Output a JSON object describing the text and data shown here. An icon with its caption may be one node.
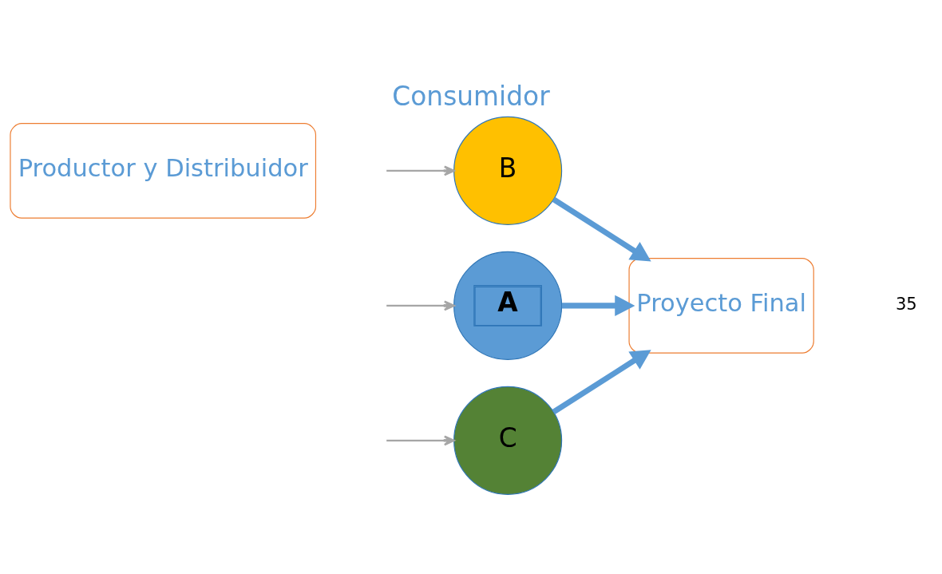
{
  "diagram": {
    "title": "Consumidor",
    "nodes": [
      {
        "text": [
          "Productor y Distribuidor"
        ]
      },
      {
        "text": [
          "A"
        ]
      },
      {
        "text": [
          "B"
        ]
      },
      {
        "text": [
          "C"
        ]
      },
      {
        "text": [
          "Proyecto Final"
        ]
      }
    ],
    "edges": [
      {
        "from": null,
        "to": 1,
        "arrow": "to",
        "color": "#a6a6a6"
      },
      {
        "from": null,
        "to": 2,
        "arrow": "to",
        "color": "#a6a6a6"
      },
      {
        "from": null,
        "to": 3,
        "arrow": "to",
        "color": "#a6a6a6"
      },
      {
        "from": 1,
        "to": 4,
        "arrow": "to",
        "style": "thick"
      },
      {
        "from": 2,
        "to": 4,
        "arrow": "to",
        "style": "thick"
      },
      {
        "from": 3,
        "to": 4,
        "arrow": "to",
        "style": "thick"
      }
    ],
    "labels": [
      "35"
    ]
  }
}
